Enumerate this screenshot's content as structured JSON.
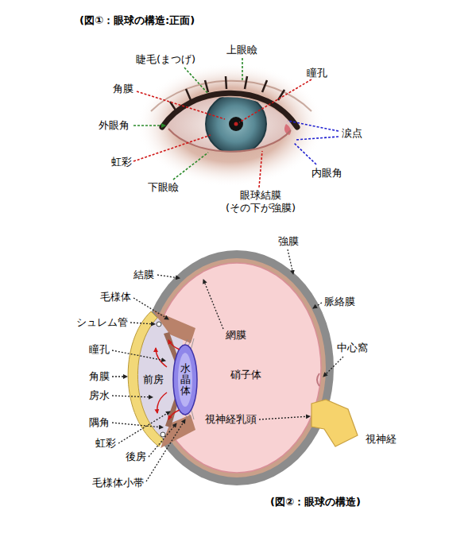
{
  "diagram": {
    "title": "(図①：眼球の構造:正面)",
    "caption": "(図②：眼球の構造)",
    "labels": [
      "睫毛(まつげ)",
      "上眼瞼",
      "瞳孔",
      "角膜",
      "涙点",
      "外眼角",
      "虹彩",
      "内眼角",
      "下眼瞼",
      "眼球結膜 (その下が強膜)",
      "結膜",
      "強膜",
      "毛様体",
      "脈絡膜",
      "シュレム管",
      "網膜",
      "瞳孔",
      "中心窩",
      "角膜",
      "前房",
      "水晶体",
      "硝子体",
      "房水",
      "視神経乳頭",
      "視神経",
      "隅角",
      "虹彩",
      "後房",
      "毛様体小帯"
    ]
  }
}
